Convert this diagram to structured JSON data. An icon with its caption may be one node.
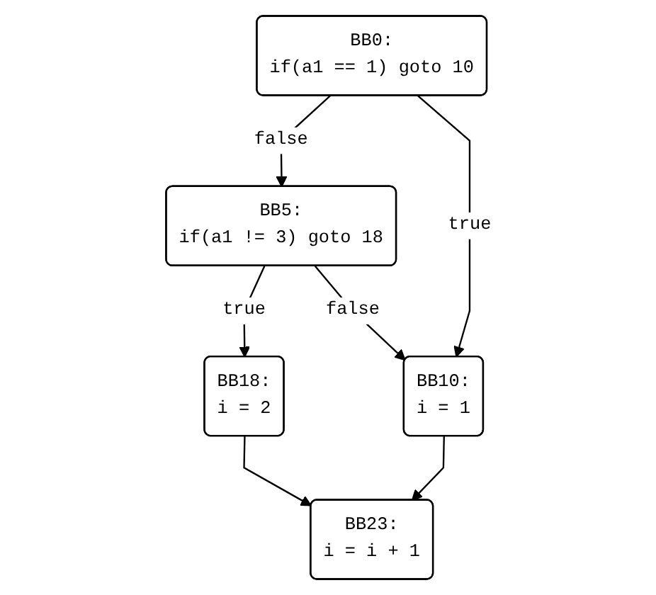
{
  "diagram": {
    "nodes": [
      {
        "text": [
          "BB0:",
          "if(a1 == 1) goto 10"
        ]
      },
      {
        "text": [
          "BB5:",
          "if(a1 != 3) goto 18"
        ]
      },
      {
        "text": [
          "BB18:",
          "i = 2"
        ]
      },
      {
        "text": [
          "BB10:",
          "i = 1"
        ]
      },
      {
        "text": [
          "BB23:",
          "i = i + 1"
        ]
      }
    ],
    "edges": [
      {
        "from": 0,
        "to": 1,
        "arrow": "to",
        "label": "false"
      },
      {
        "from": 0,
        "to": 3,
        "arrow": "to",
        "label": "true"
      },
      {
        "from": 1,
        "to": 2,
        "arrow": "to",
        "label": "true"
      },
      {
        "from": 1,
        "to": 3,
        "arrow": "to",
        "label": "false"
      },
      {
        "from": 2,
        "to": 4,
        "arrow": "to"
      },
      {
        "from": 3,
        "to": 4,
        "arrow": "to"
      }
    ]
  }
}
